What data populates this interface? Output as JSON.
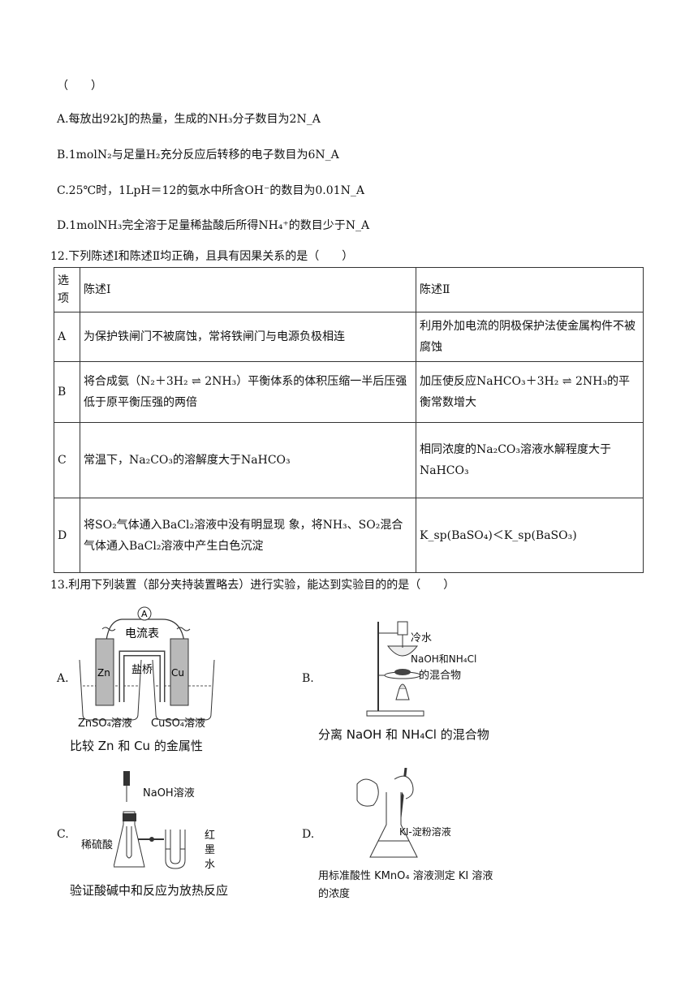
{
  "q11": {
    "paren": "（　　）",
    "a": "A.每放出92kJ的热量，生成的NH₃分子数目为2N_A",
    "b": "B.1molN₂与足量H₂充分反应后转移的电子数目为6N_A",
    "c": "C.25℃时，1LpH＝12的氨水中所含OH⁻的数目为0.01N_A",
    "d": "D.1molNH₃完全溶于足量稀盐酸后所得NH₄⁺的数目少于N_A"
  },
  "q12": {
    "stem": "12.下列陈述Ⅰ和陈述Ⅱ均正确，且具有因果关系的是（　　）",
    "header": [
      "选项",
      "陈述Ⅰ",
      "陈述Ⅱ"
    ],
    "rows": [
      {
        "opt": "A",
        "s1": "为保护铁闸门不被腐蚀，常将铁闸门与电源负极相连",
        "s2": "利用外加电流的阴极保护法使金属构件不被腐蚀"
      },
      {
        "opt": "B",
        "s1": "将合成氨（N₂＋3H₂ ⇌ 2NH₃）平衡体系的体积压缩一半后压强低于原平衡压强的两倍",
        "s2": "加压使反应NaHCO₃＋3H₂ ⇌ 2NH₃的平衡常数增大"
      },
      {
        "opt": "C",
        "s1": "常温下，Na₂CO₃的溶解度大于NaHCO₃",
        "s2": "相同浓度的Na₂CO₃溶液水解程度大于NaHCO₃"
      },
      {
        "opt": "D",
        "s1": "将SO₂气体通入BaCl₂溶液中没有明显现 象，将NH₃、SO₂混合气体通入BaCl₂溶液中产生白色沉淀",
        "s2": "K_sp(BaSO₄)＜K_sp(BaSO₃)"
      }
    ]
  },
  "q13": {
    "stem": "13.利用下列装置（部分夹持装置略去）进行实验，能达到实验目的的是（　　）",
    "a": {
      "label": "A.",
      "ammeter": "A",
      "meter_label": "电流表",
      "bridge": "盐桥",
      "left_el": "Zn",
      "right_el": "Cu",
      "left_sol": "ZnSO₄溶液",
      "right_sol": "CuSO₄溶液",
      "caption": "比较 Zn 和 Cu 的金属性"
    },
    "b": {
      "label": "B.",
      "water": "冷水",
      "mix1": "NaOH和NH₄Cl",
      "mix2": "的混合物",
      "caption": "分离 NaOH 和 NH₄Cl 的混合物"
    },
    "c": {
      "label": "C.",
      "dropper": "NaOH溶液",
      "acid": "稀硫酸",
      "ink1": "红",
      "ink2": "墨",
      "ink3": "水",
      "caption": "验证酸碱中和反应为放热反应"
    },
    "d": {
      "label": "D.",
      "solution": "KI-淀粉溶液",
      "caption1": "用标准酸性 KMnO₄ 溶液测定 KI 溶液",
      "caption2": "的浓度"
    }
  }
}
